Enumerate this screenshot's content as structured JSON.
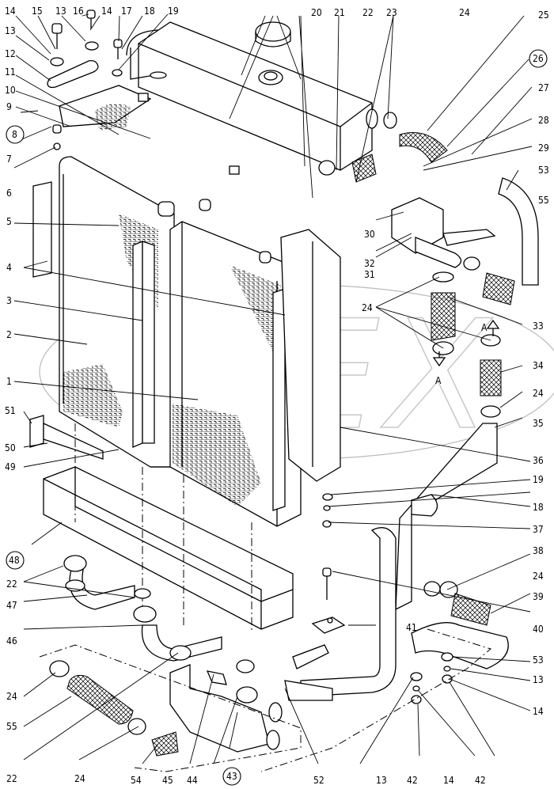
{
  "diagram": {
    "title": "Radiator assembly — exploded view",
    "watermark": "OPEX",
    "section_marker": "A",
    "colors": {
      "line": "#000000",
      "background": "#ffffff",
      "watermark": "#c8c8c8"
    },
    "labels": [
      {
        "id": "l14a",
        "text": "14"
      },
      {
        "id": "l15",
        "text": "15"
      },
      {
        "id": "l13a",
        "text": "13"
      },
      {
        "id": "l16",
        "text": "16"
      },
      {
        "id": "l14b",
        "text": "14"
      },
      {
        "id": "l17",
        "text": "17"
      },
      {
        "id": "l18a",
        "text": "18"
      },
      {
        "id": "l19a",
        "text": "19"
      },
      {
        "id": "l20",
        "text": "20"
      },
      {
        "id": "l21",
        "text": "21"
      },
      {
        "id": "l22a",
        "text": "22"
      },
      {
        "id": "l23",
        "text": "23"
      },
      {
        "id": "l24a",
        "text": "24"
      },
      {
        "id": "l25",
        "text": "25"
      },
      {
        "id": "l26",
        "text": "26",
        "circled": true
      },
      {
        "id": "l27",
        "text": "27"
      },
      {
        "id": "l28",
        "text": "28"
      },
      {
        "id": "l29",
        "text": "29"
      },
      {
        "id": "l53a",
        "text": "53"
      },
      {
        "id": "l55a",
        "text": "55"
      },
      {
        "id": "l13b",
        "text": "13"
      },
      {
        "id": "l12",
        "text": "12"
      },
      {
        "id": "l11",
        "text": "11"
      },
      {
        "id": "l10",
        "text": "10"
      },
      {
        "id": "l9",
        "text": "9"
      },
      {
        "id": "l8",
        "text": "8",
        "circled": true
      },
      {
        "id": "l7",
        "text": "7"
      },
      {
        "id": "l6",
        "text": "6"
      },
      {
        "id": "l5",
        "text": "5"
      },
      {
        "id": "l4",
        "text": "4"
      },
      {
        "id": "l3",
        "text": "3"
      },
      {
        "id": "l2",
        "text": "2"
      },
      {
        "id": "l1",
        "text": "1"
      },
      {
        "id": "l30",
        "text": "30"
      },
      {
        "id": "l32",
        "text": "32"
      },
      {
        "id": "l31",
        "text": "31"
      },
      {
        "id": "l24b",
        "text": "24"
      },
      {
        "id": "l33",
        "text": "33"
      },
      {
        "id": "l34",
        "text": "34"
      },
      {
        "id": "l24c",
        "text": "24"
      },
      {
        "id": "l35",
        "text": "35"
      },
      {
        "id": "l36",
        "text": "36"
      },
      {
        "id": "l51",
        "text": "51"
      },
      {
        "id": "l50",
        "text": "50"
      },
      {
        "id": "l49",
        "text": "49"
      },
      {
        "id": "l19b",
        "text": "19"
      },
      {
        "id": "l18b",
        "text": "18"
      },
      {
        "id": "l37",
        "text": "37"
      },
      {
        "id": "l38",
        "text": "38"
      },
      {
        "id": "l48",
        "text": "48",
        "circled": true
      },
      {
        "id": "l22b",
        "text": "22"
      },
      {
        "id": "l24d",
        "text": "24"
      },
      {
        "id": "l47",
        "text": "47"
      },
      {
        "id": "l39",
        "text": "39"
      },
      {
        "id": "l40",
        "text": "40"
      },
      {
        "id": "l46",
        "text": "46"
      },
      {
        "id": "l41",
        "text": "41"
      },
      {
        "id": "l53b",
        "text": "53"
      },
      {
        "id": "l13c",
        "text": "13"
      },
      {
        "id": "l24e",
        "text": "24"
      },
      {
        "id": "l14c",
        "text": "14"
      },
      {
        "id": "l55b",
        "text": "55"
      },
      {
        "id": "l22c",
        "text": "22"
      },
      {
        "id": "l24f",
        "text": "24"
      },
      {
        "id": "l54",
        "text": "54"
      },
      {
        "id": "l45",
        "text": "45"
      },
      {
        "id": "l44",
        "text": "44"
      },
      {
        "id": "l43",
        "text": "43",
        "circled": true
      },
      {
        "id": "l52",
        "text": "52"
      },
      {
        "id": "l13d",
        "text": "13"
      },
      {
        "id": "l42a",
        "text": "42"
      },
      {
        "id": "l14d",
        "text": "14"
      },
      {
        "id": "l42b",
        "text": "42"
      }
    ]
  }
}
